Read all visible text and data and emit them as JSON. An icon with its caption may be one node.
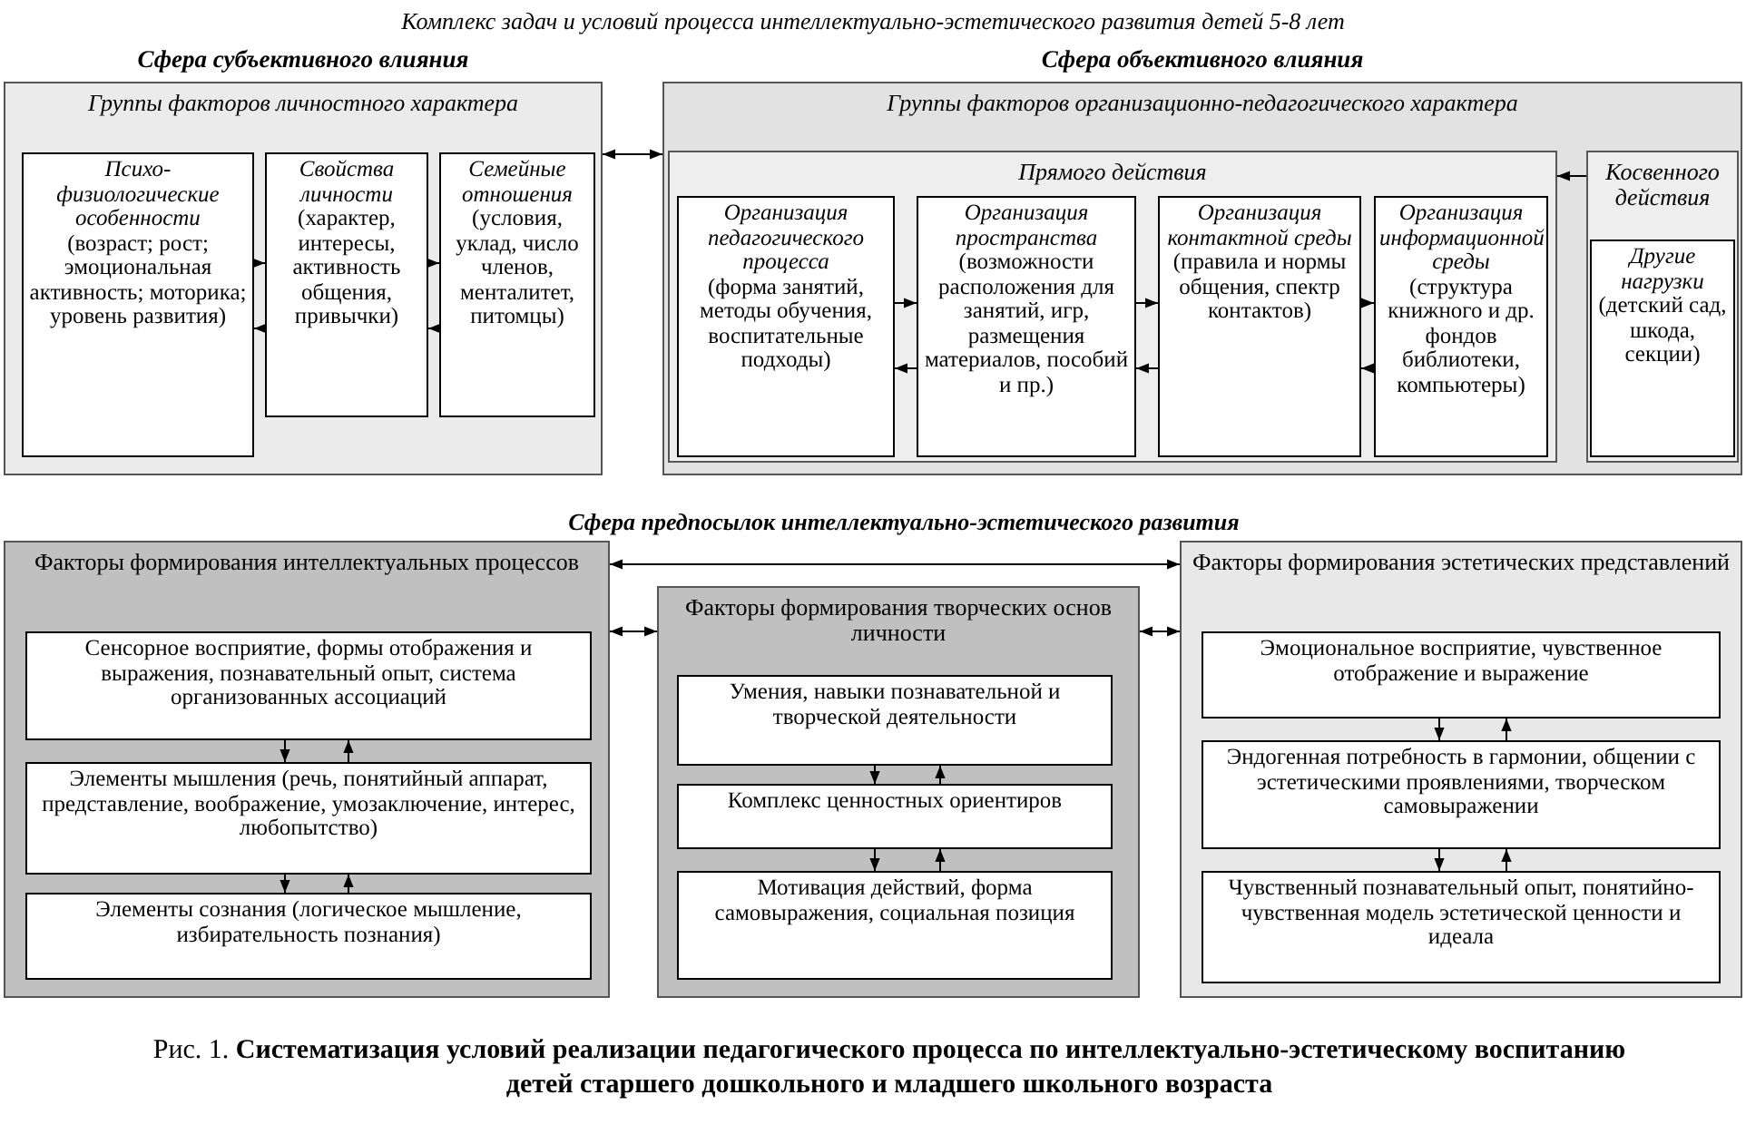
{
  "diagram": {
    "title": "Комплекс задач и  условий процесса интеллектуально-эстетического развития детей 5-8 лет",
    "caption": "Рис. 1.  **Систематизация условий реализации педагогического процесса по интеллектуально-эстетическому воспитанию детей старшего дошкольного и младшего школьного возраста**",
    "nodes": [
      {
        "text": [
          "Сфера субъективного влияния",
          "Группы  факторов личностного характера"
        ]
      },
      {
        "text": [
          "Психо-физиологические особенности",
          "(возраст; рост; эмоциональная активность; моторика; уровень развития)"
        ],
        "in": 0
      },
      {
        "text": [
          "Свойства личности",
          "(характер, интересы, активность общения, привычки)"
        ],
        "in": 0
      },
      {
        "text": [
          "Семейные отношения",
          "(условия, уклад, число членов, менталитет, питомцы)"
        ],
        "in": 0
      },
      {
        "text": [
          "Сфера объективного  влияния",
          "Группы факторов организационно-педагогического характера"
        ]
      },
      {
        "text": [
          "Прямого действия"
        ],
        "in": 4
      },
      {
        "text": [
          "Организация педагогического процесса",
          "(форма занятий, методы обучения, воспитательные подходы)"
        ],
        "in": 5
      },
      {
        "text": [
          "Организация пространства",
          "(возможности расположения для занятий, игр, размещения материалов, пособий и пр.)"
        ],
        "in": 5
      },
      {
        "text": [
          "Организация контактной среды",
          "(правила и нормы общения, спектр контактов)"
        ],
        "in": 5
      },
      {
        "text": [
          "Организация информационной среды",
          "(структура книжного и др. фондов библиотеки, компьютеры)"
        ],
        "in": 5
      },
      {
        "text": [
          "Косвенного действия"
        ],
        "in": 4
      },
      {
        "text": [
          "Другие нагрузки",
          "(детский сад, шкода, секции)"
        ],
        "in": 10
      },
      {
        "text": [
          "Факторы формирования интеллектуальных процессов"
        ]
      },
      {
        "text": [
          "Сенсорное восприятие, формы отображения и выражения, познавательный опыт, система организованных ассоциаций"
        ],
        "in": 12
      },
      {
        "text": [
          "Элементы мышления (речь, понятийный аппарат, представление, воображение, умозаключение, интерес, любопытство)"
        ],
        "in": 12
      },
      {
        "text": [
          "Элементы сознания (логическое мышление, избирательность познания)"
        ],
        "in": 12
      },
      {
        "text": [
          "Факторы формирования творческих основ личности"
        ]
      },
      {
        "text": [
          "Умения, навыки познавательной и творческой деятельности"
        ],
        "in": 16
      },
      {
        "text": [
          "Комплекс ценностных ориентиров"
        ],
        "in": 16
      },
      {
        "text": [
          "Мотивация действий, форма самовыражения, социальная позиция"
        ],
        "in": 16
      },
      {
        "text": [
          "Факторы формирования  эстетических представлений"
        ]
      },
      {
        "text": [
          "Эмоциональное восприятие, чувственное отображение и выражение"
        ],
        "in": 20
      },
      {
        "text": [
          "Эндогенная потребность  в гармонии, общении с эстетическими проявлениями, творческом самовыражении"
        ],
        "in": 20
      },
      {
        "text": [
          "Чувственный познавательный опыт, понятийно-чувственная  модель эстетической ценности и идеала"
        ],
        "in": 20
      }
    ],
    "edges": [
      {
        "from": 0,
        "to": 4,
        "arrow": "both"
      },
      {
        "from": 1,
        "to": 2,
        "arrow": "to"
      },
      {
        "from": 2,
        "to": 1,
        "arrow": "to"
      },
      {
        "from": 2,
        "to": 3,
        "arrow": "to"
      },
      {
        "from": 3,
        "to": 2,
        "arrow": "to"
      },
      {
        "from": 10,
        "to": 5,
        "arrow": "to"
      },
      {
        "from": 6,
        "to": 7,
        "arrow": "to"
      },
      {
        "from": 7,
        "to": 6,
        "arrow": "to"
      },
      {
        "from": 7,
        "to": 8,
        "arrow": "to"
      },
      {
        "from": 8,
        "to": 7,
        "arrow": "to"
      },
      {
        "from": 8,
        "to": 9,
        "arrow": "to"
      },
      {
        "from": 9,
        "to": 8,
        "arrow": "to"
      },
      {
        "from": 12,
        "to": 20,
        "arrow": "both"
      },
      {
        "from": 12,
        "to": 16,
        "arrow": "both"
      },
      {
        "from": 16,
        "to": 20,
        "arrow": "both"
      },
      {
        "from": 13,
        "to": 14,
        "arrow": "to"
      },
      {
        "from": 14,
        "to": 13,
        "arrow": "to"
      },
      {
        "from": 14,
        "to": 15,
        "arrow": "to"
      },
      {
        "from": 15,
        "to": 14,
        "arrow": "to"
      },
      {
        "from": 17,
        "to": 18,
        "arrow": "to"
      },
      {
        "from": 18,
        "to": 17,
        "arrow": "to"
      },
      {
        "from": 18,
        "to": 19,
        "arrow": "to"
      },
      {
        "from": 19,
        "to": 18,
        "arrow": "to"
      },
      {
        "from": 21,
        "to": 22,
        "arrow": "to"
      },
      {
        "from": 22,
        "to": 21,
        "arrow": "to"
      },
      {
        "from": 22,
        "to": 23,
        "arrow": "to"
      },
      {
        "from": 23,
        "to": 22,
        "arrow": "to"
      }
    ],
    "labels": [
      "Сфера  предпосылок интеллектуально-эстетического развития"
    ]
  }
}
